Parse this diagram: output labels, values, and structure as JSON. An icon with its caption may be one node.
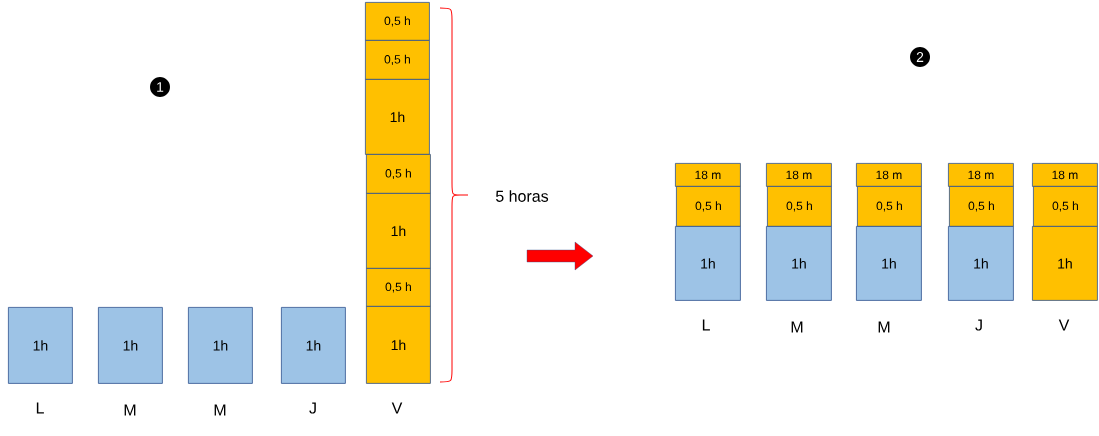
{
  "diagram": {
    "nodes": [
      {
        "text": [
          "1h"
        ]
      },
      {
        "text": [
          "1h"
        ]
      },
      {
        "text": [
          "1h"
        ]
      },
      {
        "text": [
          "1h"
        ]
      },
      {
        "text": [
          "0,5 h"
        ]
      },
      {
        "text": [
          "0,5 h"
        ]
      },
      {
        "text": [
          "1h"
        ]
      },
      {
        "text": [
          "0,5 h"
        ]
      },
      {
        "text": [
          "1h"
        ]
      },
      {
        "text": [
          "0,5 h"
        ]
      },
      {
        "text": [
          "1h"
        ]
      },
      {
        "text": [
          "18 m"
        ]
      },
      {
        "text": [
          "0,5 h"
        ]
      },
      {
        "text": [
          "1h"
        ]
      },
      {
        "text": [
          "18 m"
        ]
      },
      {
        "text": [
          "0,5 h"
        ]
      },
      {
        "text": [
          "1h"
        ]
      },
      {
        "text": [
          "18 m"
        ]
      },
      {
        "text": [
          "0,5 h"
        ]
      },
      {
        "text": [
          "1h"
        ]
      },
      {
        "text": [
          "18 m"
        ]
      },
      {
        "text": [
          "0,5 h"
        ]
      },
      {
        "text": [
          "1h"
        ]
      },
      {
        "text": [
          "18 m"
        ]
      },
      {
        "text": [
          "0,5 h"
        ]
      },
      {
        "text": [
          "1h"
        ]
      }
    ],
    "edges": [],
    "labels": [
      "1",
      "2",
      "5 horas",
      "L",
      "M",
      "M",
      "J",
      "V",
      "L",
      "M",
      "M",
      "J",
      "V"
    ]
  }
}
